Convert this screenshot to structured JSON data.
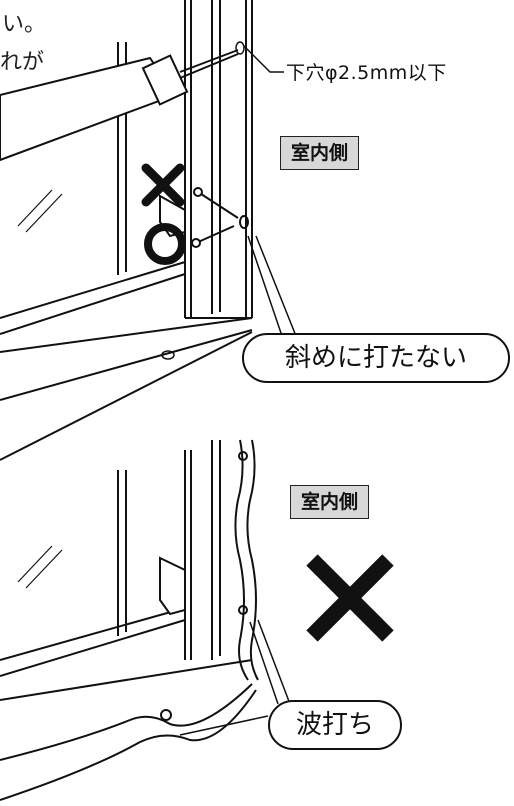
{
  "top_diagram": {
    "cutoff_line_1": "い。",
    "cutoff_line_2": "れが",
    "pilot_hole_label": "下穴φ2.5mm以下",
    "side_label": "室内側",
    "warning_callout": "斜めに打たない",
    "wrong_mark": "✕",
    "correct_mark": "○"
  },
  "bottom_diagram": {
    "side_label": "室内側",
    "warning_callout": "波打ち",
    "wrong_mark": "✕"
  },
  "icons": [
    "drill-icon",
    "screw-icon",
    "cross-mark-icon",
    "circle-mark-icon"
  ]
}
